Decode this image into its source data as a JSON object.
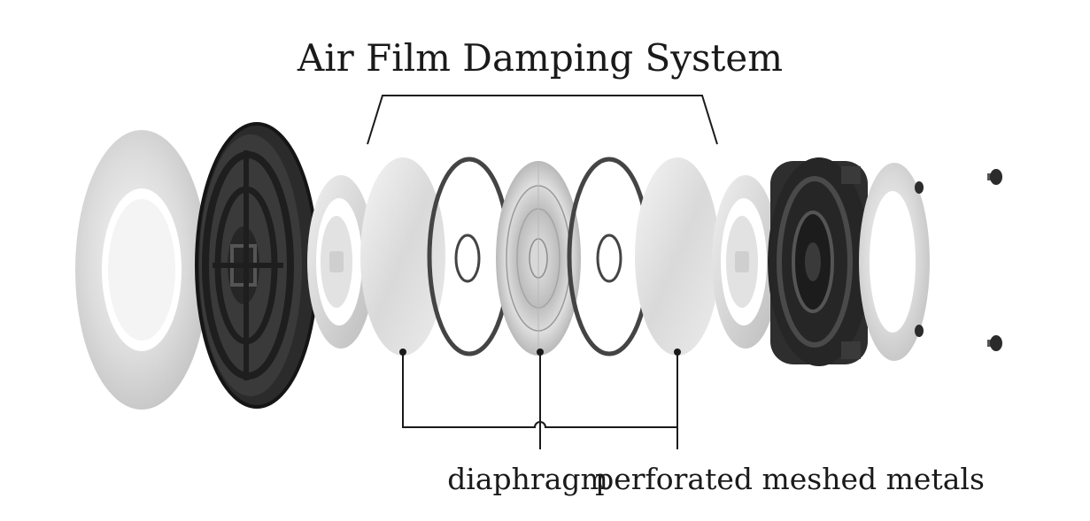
{
  "title": "Air Film Damping System",
  "labels": {
    "diaphragm": "diaphragm",
    "perforated": "perforated meshed metals"
  },
  "colors": {
    "ink": "#1a1a1a",
    "metal_light": "#eeeeee",
    "metal_mid": "#c8c8c8",
    "plastic_dark": "#2b2b2b",
    "ring_dark": "#444444"
  }
}
